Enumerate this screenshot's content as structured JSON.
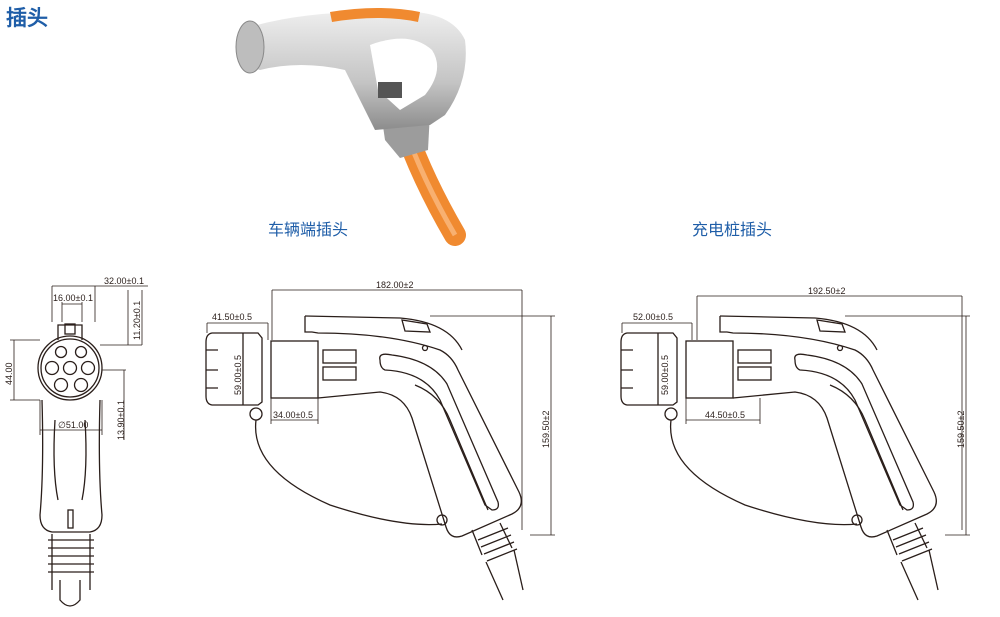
{
  "title": "插头",
  "captions": {
    "vehicle_plug": "车辆端插头",
    "charger_plug": "充电桩插头"
  },
  "front_view": {
    "dims": {
      "width_top": "32.00±0.1",
      "latch": "16.00±0.1",
      "offset_top": "11.20±0.1",
      "height": "44.00",
      "offset_bottom": "13.90±0.1",
      "diameter": "∅51.00"
    }
  },
  "vehicle_side_view": {
    "dims": {
      "length": "182.00±2",
      "front": "41.50±0.5",
      "head_height": "59.00±0.5",
      "body": "34.00±0.5",
      "height": "159.50±2"
    }
  },
  "charger_side_view": {
    "dims": {
      "length": "192.50±2",
      "front": "52.00±0.5",
      "head_height": "59.00±0.5",
      "body": "44.50±0.5",
      "height": "159.50±2"
    }
  },
  "colors": {
    "heading": "#1f5ea8",
    "line": "#2a1e1a",
    "cable": "#f08a30",
    "plug_body": "#c9c9c9"
  }
}
